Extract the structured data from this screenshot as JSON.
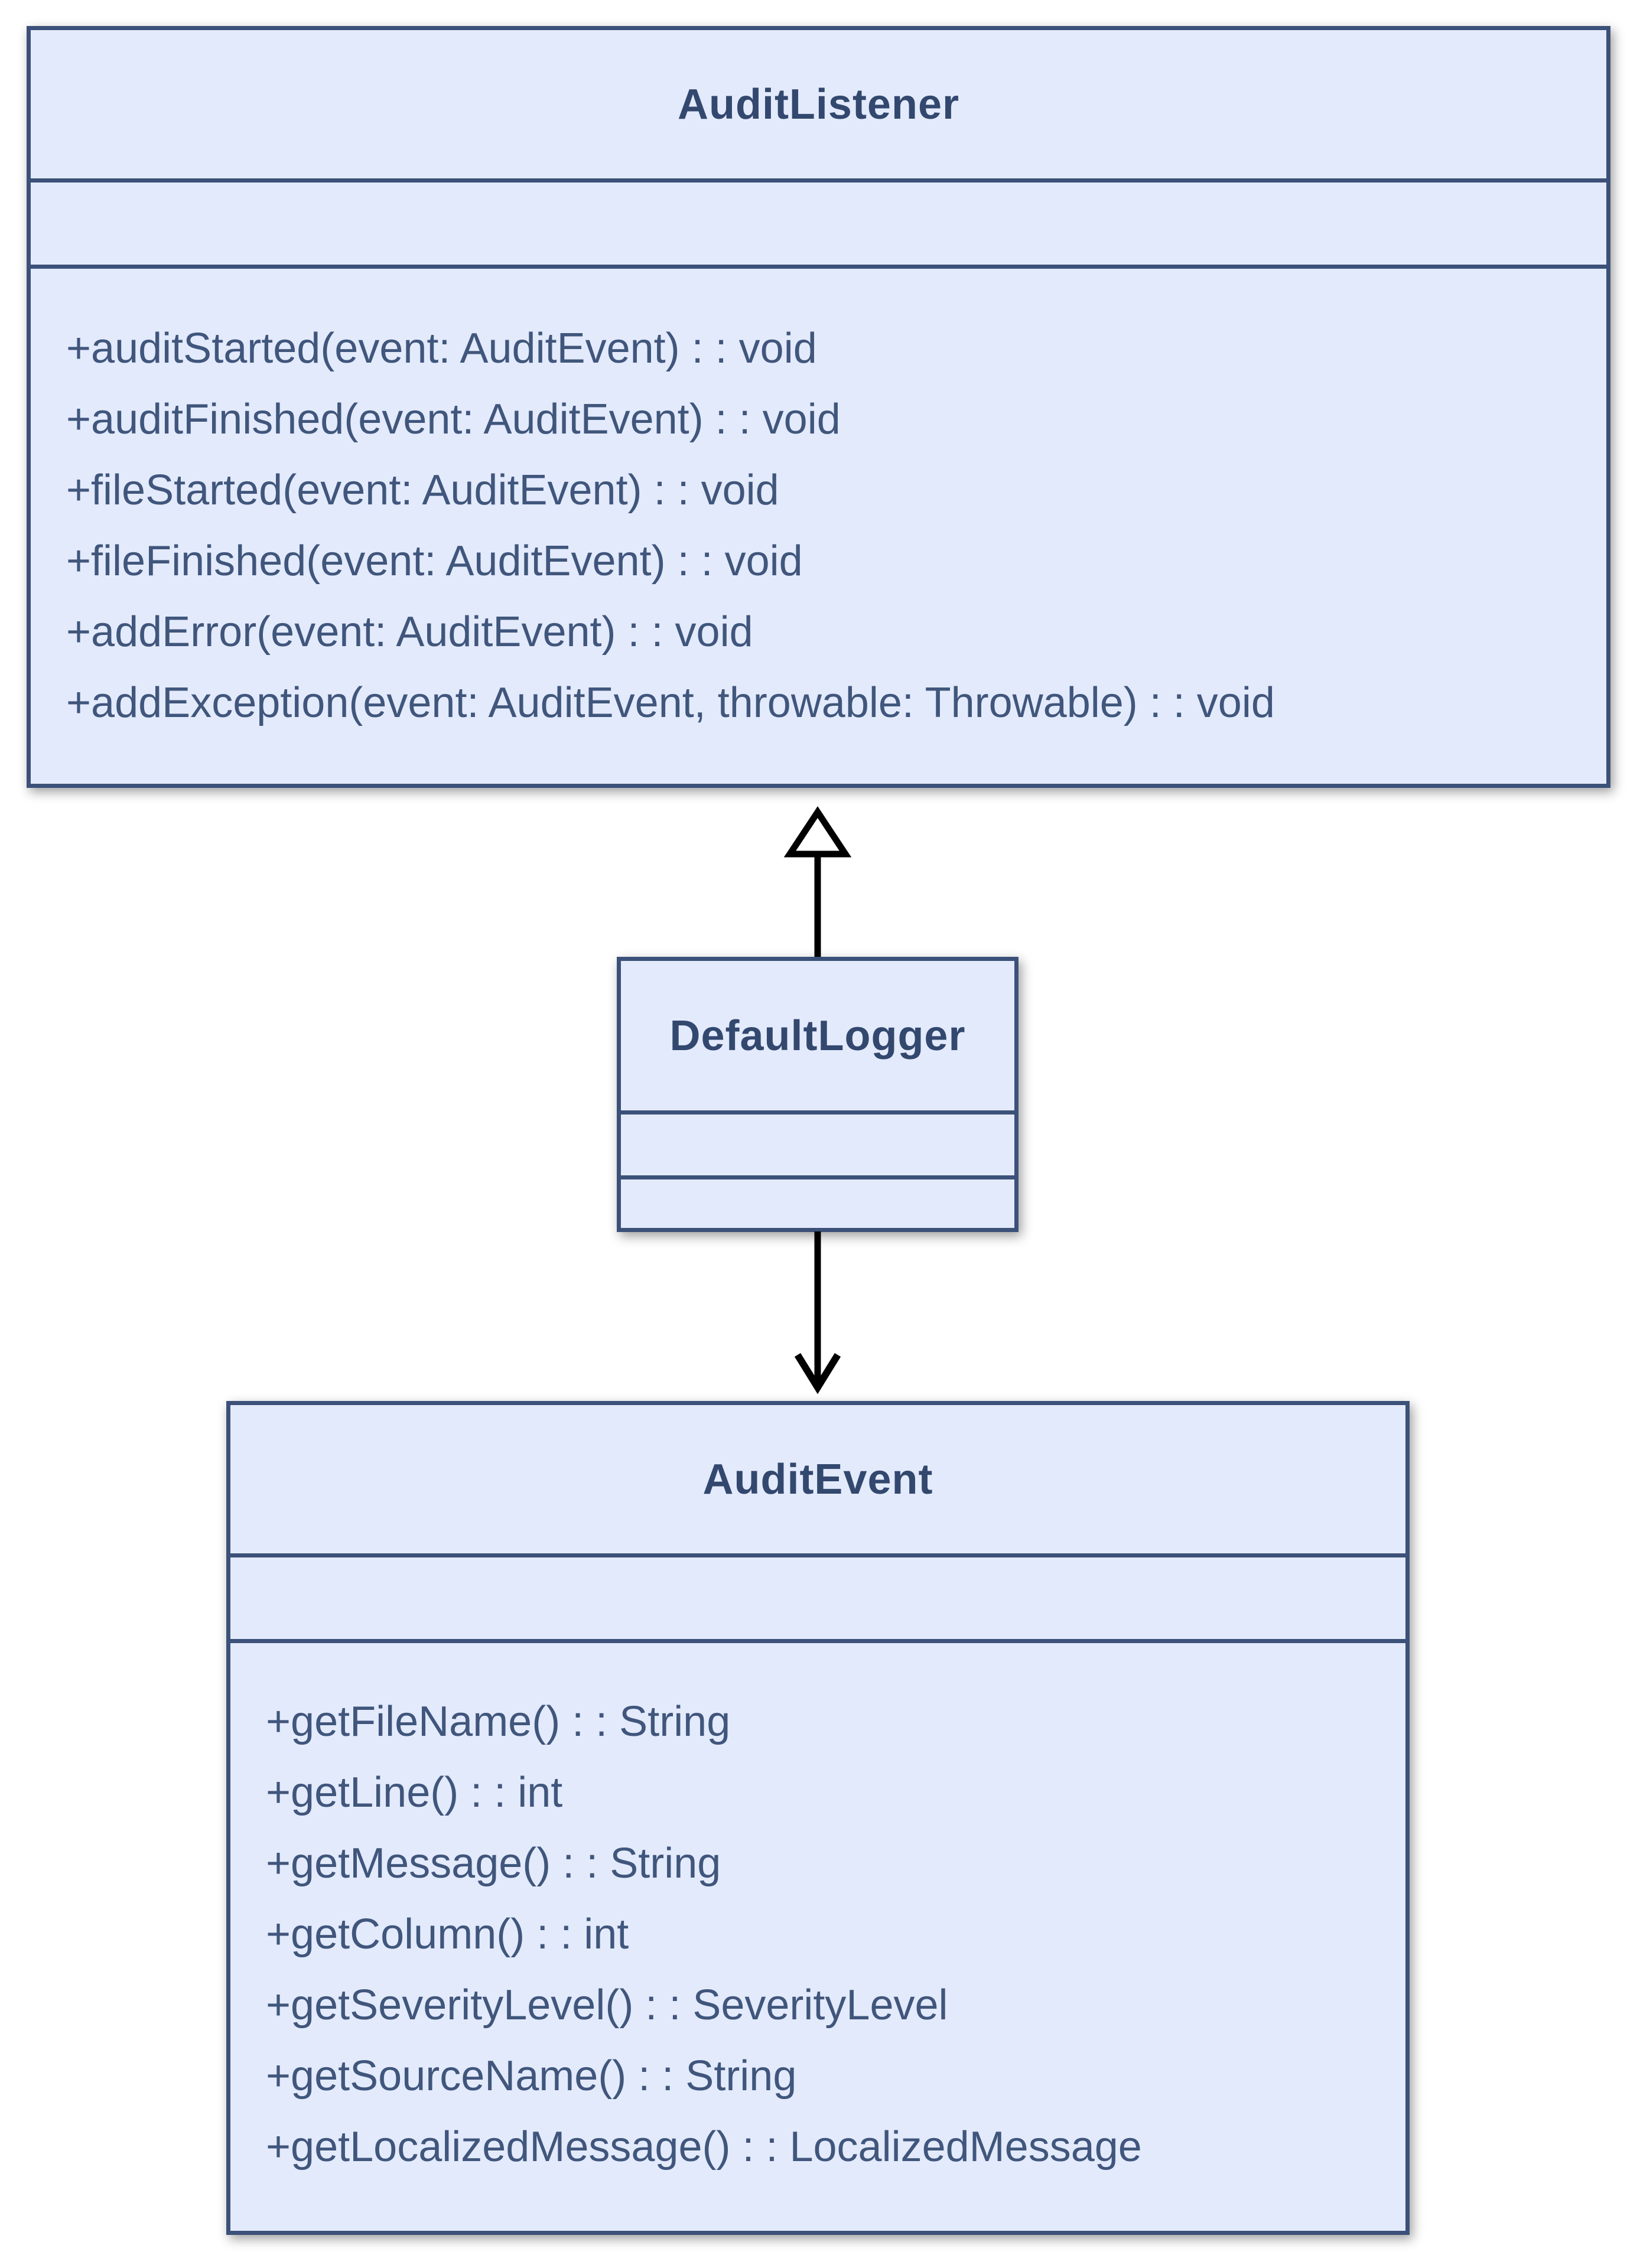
{
  "diagram": {
    "classes": [
      {
        "name": "AuditListener",
        "attributes": [],
        "methods": [
          "+auditStarted(event: AuditEvent) : : void",
          "+auditFinished(event: AuditEvent) : : void",
          "+fileStarted(event: AuditEvent) : : void",
          "+fileFinished(event: AuditEvent) : : void",
          "+addError(event: AuditEvent) : : void",
          "+addException(event: AuditEvent, throwable: Throwable) : : void"
        ]
      },
      {
        "name": "DefaultLogger",
        "attributes": [],
        "methods": []
      },
      {
        "name": "AuditEvent",
        "attributes": [],
        "methods": [
          "+getFileName() : : String",
          "+getLine() : : int",
          "+getMessage() : : String",
          "+getColumn() : : int",
          "+getSeverityLevel() : : SeverityLevel",
          "+getSourceName() : : String",
          "+getLocalizedMessage() : : LocalizedMessage"
        ]
      }
    ],
    "relations": [
      {
        "type": "realization",
        "from": "DefaultLogger",
        "to": "AuditListener",
        "arrowhead": "hollow-triangle"
      },
      {
        "type": "directed-association",
        "from": "DefaultLogger",
        "to": "AuditEvent",
        "arrowhead": "open-v"
      }
    ],
    "colors": {
      "fill": "#e3eafb",
      "border": "#3c5179",
      "title_text": "#33486e",
      "method_text": "#40567c",
      "arrow": "#000000",
      "background": "#ffffff"
    }
  }
}
